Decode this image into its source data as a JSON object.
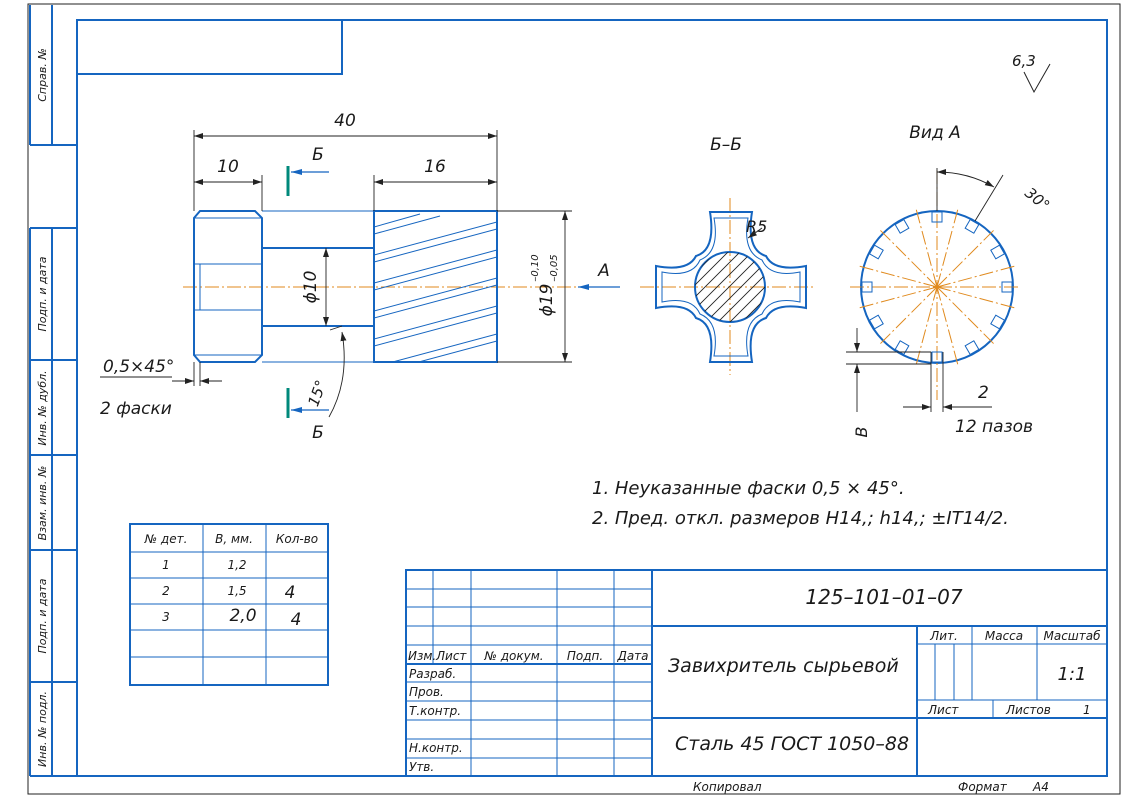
{
  "drawing": {
    "roughness": "6,3",
    "part": {
      "dim_total": "40",
      "dim_left": "10",
      "dim_right": "16",
      "dia_inner": "ϕ10",
      "dia_outer": "ϕ19",
      "tol_upper": "–0,10",
      "tol_lower": "–0,05",
      "chamfer": "0,5×45°",
      "chamfer_note": "2 фаски",
      "angle": "15°",
      "section_mark": "Б",
      "view_arrow": "А"
    },
    "section": {
      "title": "Б–Б",
      "radius": "R5"
    },
    "view": {
      "title": "Вид А",
      "angle": "30°",
      "width_dim": "2",
      "slots_label": "12 пазов",
      "depth_label": "В"
    },
    "notes": [
      "1. Неуказанные фаски 0,5 × 45°.",
      "2. Пред. откл. размеров Н14,; h14,; ±IT14/2."
    ],
    "side_labels": [
      "Справ. №",
      "Подп. и дата",
      "Инв. № дубл.",
      "Взам. инв. №",
      "Подп. и дата",
      "Инв. № подл."
    ]
  },
  "table": {
    "headers": [
      "№ дет.",
      "В, мм.",
      "Кол-во"
    ],
    "rows": [
      [
        "1",
        "1,2",
        ""
      ],
      [
        "2",
        "1,5",
        "4"
      ],
      [
        "3",
        "2,0",
        "4"
      ]
    ]
  },
  "title_block": {
    "doc_number": "125–101–01–07",
    "name": "Завихритель сырьевой",
    "material": "Сталь 45 ГОСТ 1050–88",
    "col_headers": [
      "Изм.",
      "Лист",
      "№ докум.",
      "Подп.",
      "Дата"
    ],
    "roles": [
      "Разраб.",
      "Пров.",
      "Т.контр.",
      "Н.контр.",
      "Утв."
    ],
    "lit": "Лит.",
    "mass": "Масса",
    "scale_label": "Масштаб",
    "scale": "1:1",
    "sheet": "Лист",
    "sheets": "Листов",
    "sheets_count": "1",
    "copied": "Копировал",
    "format_label": "Формат",
    "format": "А4"
  }
}
